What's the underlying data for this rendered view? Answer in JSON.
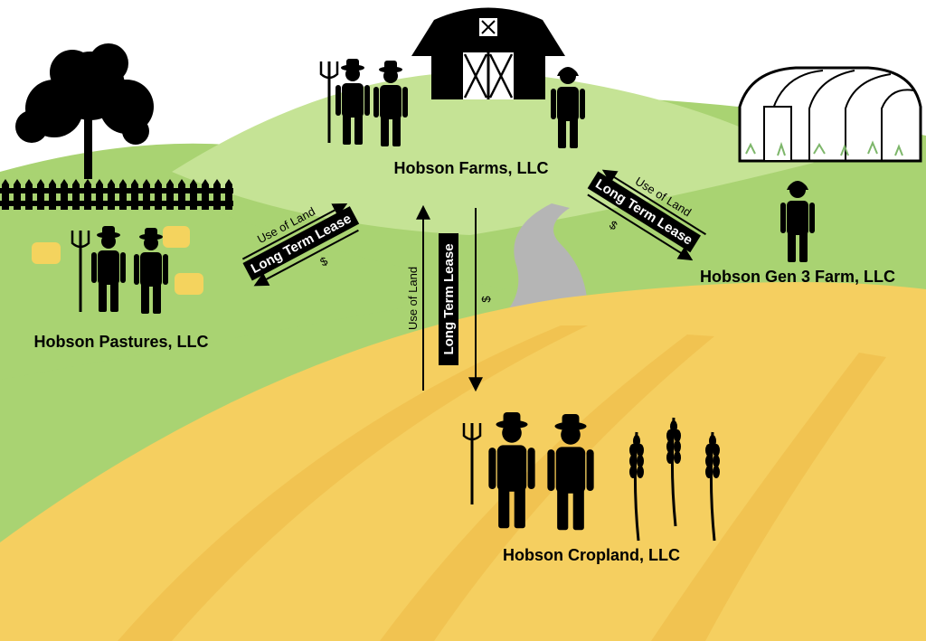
{
  "entities": {
    "center": "Hobson Farms, LLC",
    "left": "Hobson Pastures, LLC",
    "right": "Hobson Gen 3 Farm, LLC",
    "bottom": "Hobson Cropland, LLC"
  },
  "flows": {
    "left": {
      "use": "Use of Land",
      "lease": "Long Term Lease",
      "money": "$"
    },
    "right": {
      "use": "Use of Land",
      "lease": "Long Term Lease",
      "money": "$"
    },
    "bottom": {
      "use": "Use of Land",
      "lease": "Long Term Lease",
      "money": "$"
    }
  },
  "colors": {
    "sky": "#ffffff",
    "hill_green": "#a9d372",
    "hill_light": "#c5e395",
    "field_yellow": "#f5cf60",
    "field_orange": "#efbd4c",
    "road": "#b5b5b5",
    "silhouette": "#000000",
    "hay": "#f4d35e"
  }
}
